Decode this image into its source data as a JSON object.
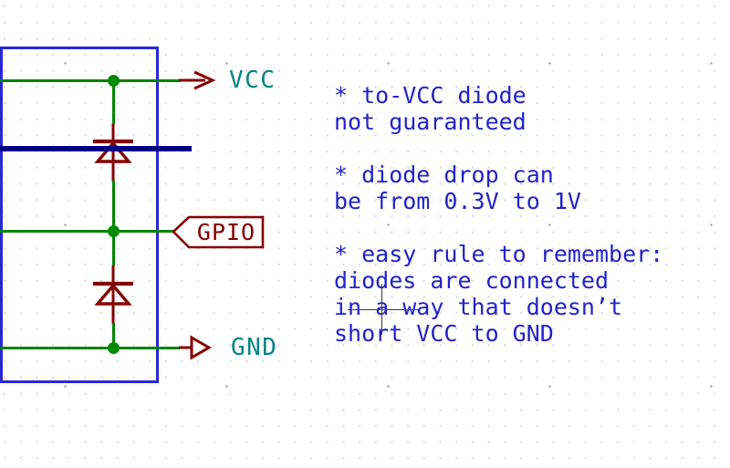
{
  "colors": {
    "canvas_bg": "#ffffff",
    "wire": "#008400",
    "junction": "#008a00",
    "bus": "#000084",
    "symbol": "#840000",
    "power_label_text": "#008484",
    "notes_text": "#2222c8",
    "body_outline": "#2828d7",
    "grid_dot": "#cdcdcd",
    "grid_dot_major": "#9c9c9c",
    "crosshair": "#3c3c3c"
  },
  "labels": {
    "vcc": "VCC",
    "gpio": "GPIO",
    "gnd": "GND"
  },
  "notes": {
    "lines": [
      "* to-VCC diode",
      "not guaranteed",
      "",
      "* diode drop can",
      "be from 0.3V to 1V",
      "",
      "* easy rule to remember:",
      "diodes are connected",
      "in a way that doesn’t",
      "short VCC to GND"
    ]
  }
}
